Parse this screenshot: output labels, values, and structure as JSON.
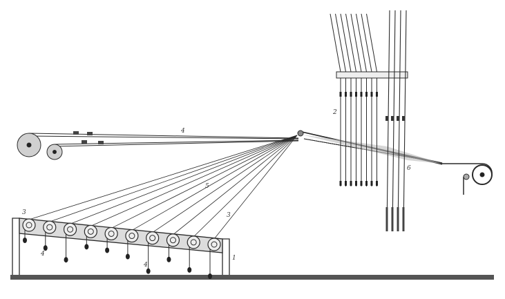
{
  "diagram": {
    "labels": [
      {
        "id": "frame",
        "text": "1"
      },
      {
        "id": "heddles",
        "text": "2"
      },
      {
        "id": "roller-left",
        "text": "3"
      },
      {
        "id": "roller-right",
        "text": "3"
      },
      {
        "id": "warp-upper",
        "text": "4"
      },
      {
        "id": "weight-left",
        "text": "4"
      },
      {
        "id": "weight-middle",
        "text": "4"
      },
      {
        "id": "threads-fan",
        "text": "5"
      },
      {
        "id": "shed",
        "text": "6"
      }
    ],
    "roller_count": 10,
    "heddle_group_a_count": 8,
    "heddle_group_b_count": 4,
    "ink_color": "#2a2a2a",
    "fill_color": "#d8d8d8"
  }
}
